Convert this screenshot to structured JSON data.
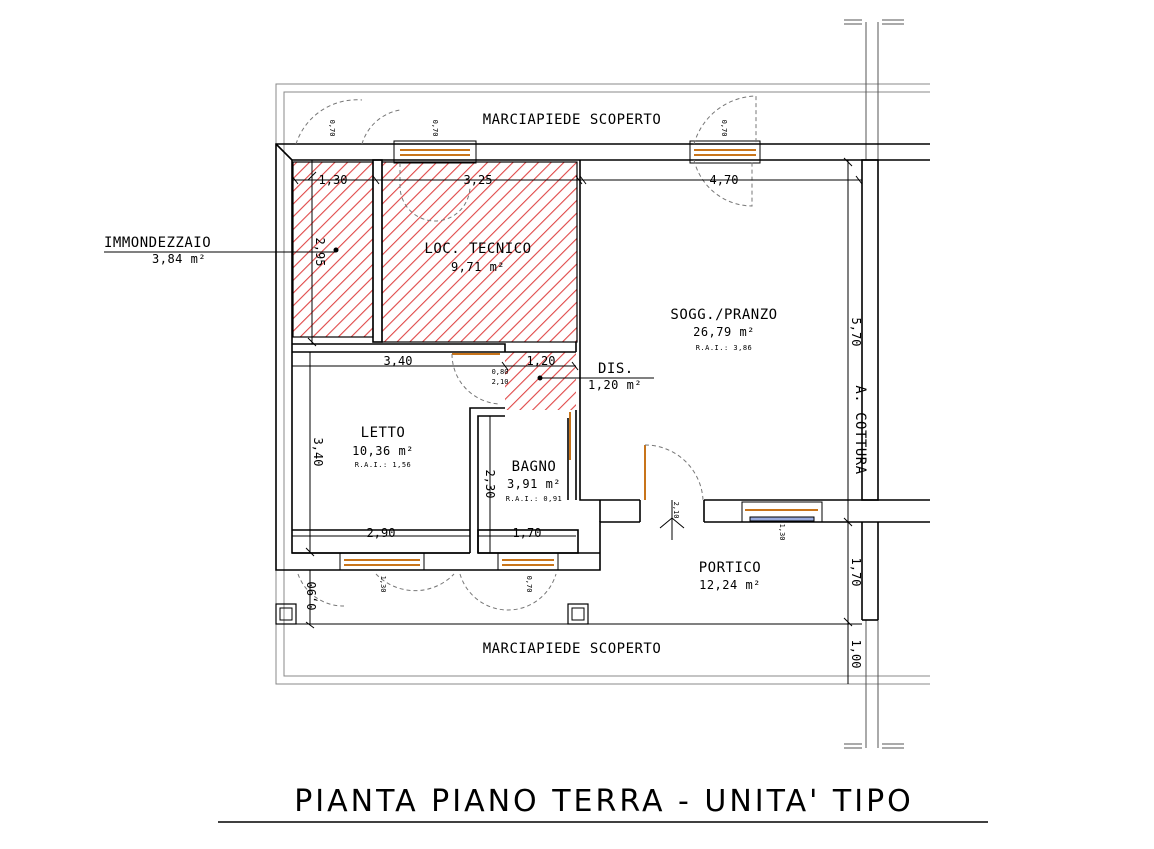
{
  "title": "PIANTA PIANO TERRA - UNITA' TIPO",
  "rooms": {
    "immondezzaio": {
      "name": "IMMONDEZZAIO",
      "area": "3,84 m²"
    },
    "loc_tecnico": {
      "name": "LOC. TECNICO",
      "area": "9,71 m²"
    },
    "soggiorno": {
      "name": "SOGG./PRANZO",
      "area": "26,79 m²",
      "rai": "R.A.I.: 3,86"
    },
    "dis": {
      "name": "DIS.",
      "area": "1,20 m²"
    },
    "letto": {
      "name": "LETTO",
      "area": "10,36 m²",
      "rai": "R.A.I.: 1,56"
    },
    "bagno": {
      "name": "BAGNO",
      "area": "3,91 m²",
      "rai": "R.A.I.: 0,91"
    },
    "portico": {
      "name": "PORTICO",
      "area": "12,24 m²"
    },
    "cottura": {
      "name": "A. COTTURA"
    }
  },
  "marciapiede_top": "MARCIAPIEDE SCOPERTO",
  "marciapiede_bottom": "MARCIAPIEDE SCOPERTO",
  "dimensions": {
    "d130": "1,30",
    "d325": "3,25",
    "d470": "4,70",
    "d295": "2,95",
    "d340h": "3,40",
    "d120": "1,20",
    "d340v": "3,40",
    "d230": "2,30",
    "d290": "2,90",
    "d170h": "1,70",
    "d570": "5,70",
    "d170v": "1,70",
    "d100": "1,00",
    "d090": "0,90"
  },
  "openings": {
    "o1": "0,70",
    "o2": "0,70",
    "o3": "0,70",
    "o4": "2,10",
    "o5": "1,30",
    "o6": "1,30",
    "o7": "0,70",
    "o8": "0,80",
    "o9": "2,10"
  }
}
